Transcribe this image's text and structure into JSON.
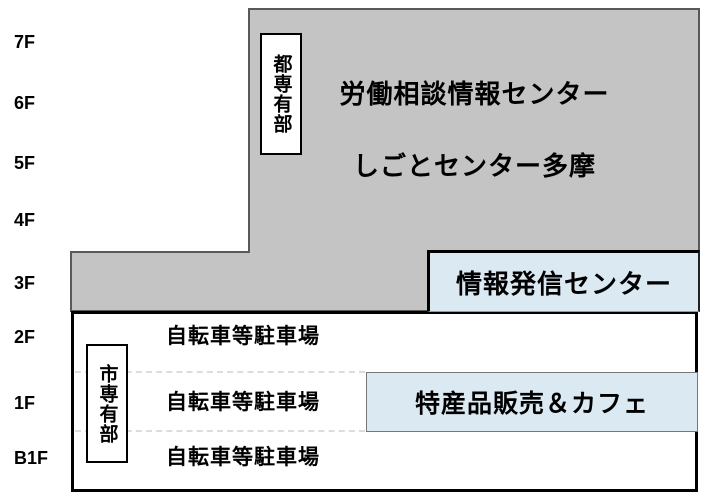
{
  "colors": {
    "zone_gray": "#c4c4c4",
    "zone_gray_border": "#595959",
    "highlight_blue": "#dbe9f2",
    "building_border": "#000000",
    "floor_divider": "#dcdcdc",
    "text": "#000000"
  },
  "floors": [
    "7F",
    "6F",
    "5F",
    "4F",
    "3F",
    "2F",
    "1F",
    "B1F"
  ],
  "metro_zone": {
    "vertical_label": "都専有部",
    "title_line1": "労働相談情報センター",
    "title_line2": "しごとセンター多摩"
  },
  "info_center": {
    "label": "情報発信センター"
  },
  "city_zone": {
    "vertical_label": "市専有部",
    "parking_labels": [
      "自転車等駐車場",
      "自転車等駐車場",
      "自転車等駐車場"
    ]
  },
  "shop_cafe": {
    "label": "特産品販売＆カフェ"
  }
}
